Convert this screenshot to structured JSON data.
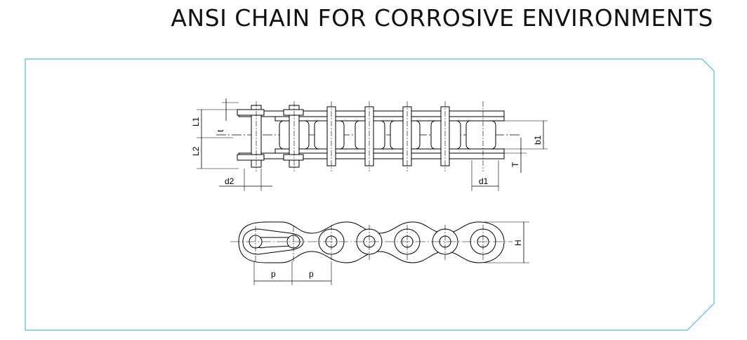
{
  "title": "ANSI CHAIN FOR CORROSIVE ENVIRONMENTS",
  "colors": {
    "frame": "#5bb8d6",
    "line": "#000000",
    "title": "#111111"
  },
  "top_view": {
    "labels": {
      "L1": "L1",
      "L2": "L2",
      "t": "t",
      "d2": "d2",
      "d1": "d1",
      "b1": "b1",
      "T": "T"
    }
  },
  "side_view": {
    "labels": {
      "p1": "p",
      "p2": "p",
      "H": "H"
    }
  }
}
